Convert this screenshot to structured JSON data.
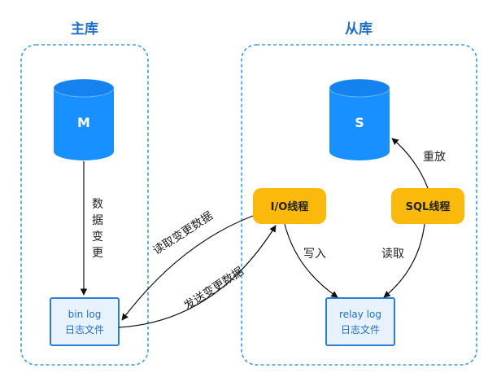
{
  "master": {
    "title": "主库",
    "db_label": "M",
    "flow_label": [
      "数",
      "据",
      "变",
      "更"
    ],
    "binlog": {
      "line1": "bin log",
      "line2": "日志文件"
    }
  },
  "slave": {
    "title": "从库",
    "db_label": "S",
    "io_thread": "I/O线程",
    "sql_thread": "SQL线程",
    "relaylog": {
      "line1": "relay log",
      "line2": "日志文件"
    },
    "write_label": "写入",
    "read_label": "读取",
    "replay_label": "重放"
  },
  "links": {
    "read_changes": "读取变更数据",
    "send_changes": "发送变更数据"
  },
  "colors": {
    "blue": "#1890ff",
    "box_border": "#2b7dd8",
    "box_fill": "#e8f2fd",
    "orange": "#fbb90b",
    "region_border": "#3aa0e8",
    "text": "#222222"
  }
}
